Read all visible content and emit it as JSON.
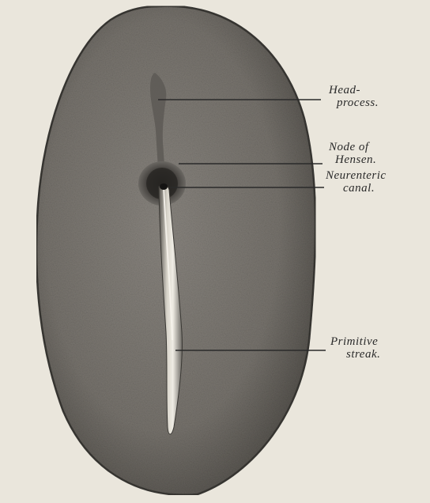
{
  "labels": {
    "head_process": [
      "Head-",
      "process."
    ],
    "node_of_hensen": [
      "Node of",
      "Hensen."
    ],
    "neurenteric_canal": [
      "Neurenteric",
      "canal."
    ],
    "primitive_streak": [
      "Primitive",
      "streak."
    ]
  },
  "colors": {
    "background": "#eae6dc",
    "blastoderm": "#7d7a74",
    "ink": "#2a2a2a"
  }
}
